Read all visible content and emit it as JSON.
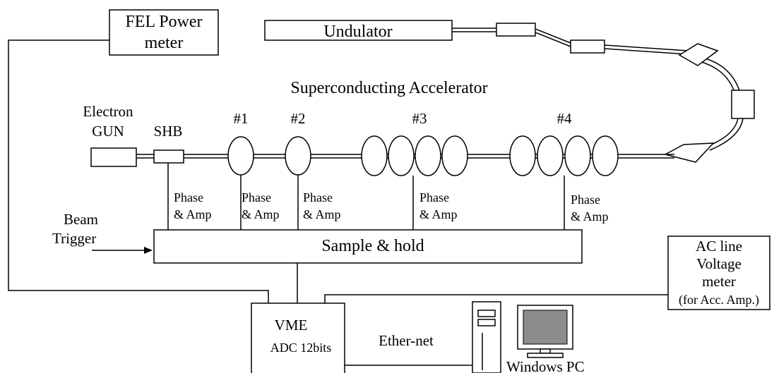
{
  "diagram": {
    "fel_power_meter": [
      "FEL Power",
      "meter"
    ],
    "undulator": "Undulator",
    "accelerator_title": "Superconducting Accelerator",
    "electron_gun": [
      "Electron",
      "GUN"
    ],
    "shb": "SHB",
    "cavity_labels": [
      "#1",
      "#2",
      "#3",
      "#4"
    ],
    "phase_amp_label": [
      "Phase",
      "& Amp"
    ],
    "beam_trigger": [
      "Beam",
      "Trigger"
    ],
    "sample_hold": "Sample & hold",
    "ac_line_meter": [
      "AC line",
      "Voltage",
      "meter",
      "(for Acc. Amp.)"
    ],
    "vme": "VME",
    "adc": "ADC 12bits",
    "ethernet": "Ether-net",
    "windows_pc": "Windows  PC"
  }
}
